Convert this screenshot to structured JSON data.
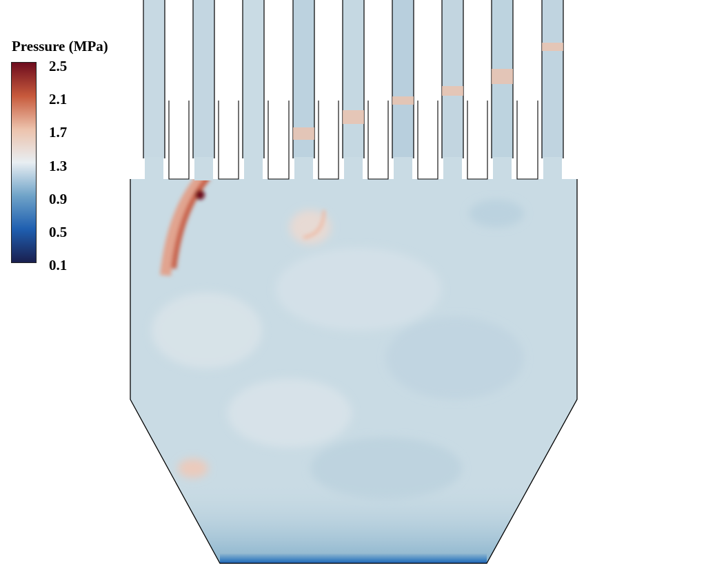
{
  "legend": {
    "title": "Pressure (MPa)",
    "ticks": [
      "2.5",
      "2.1",
      "1.7",
      "1.3",
      "0.9",
      "0.5",
      "0.1"
    ],
    "range": [
      0.1,
      2.5
    ],
    "colormap": [
      "#1a1f4f",
      "#1f5fb0",
      "#6fa3c8",
      "#e8eef2",
      "#ecc2ac",
      "#c75a3c",
      "#6d0c1e"
    ]
  },
  "field": {
    "background": "#c9dbe4",
    "interior_value": 1.05,
    "outlet_value": 0.35,
    "high_pressure_value": 2.3,
    "walls": "#000000"
  }
}
